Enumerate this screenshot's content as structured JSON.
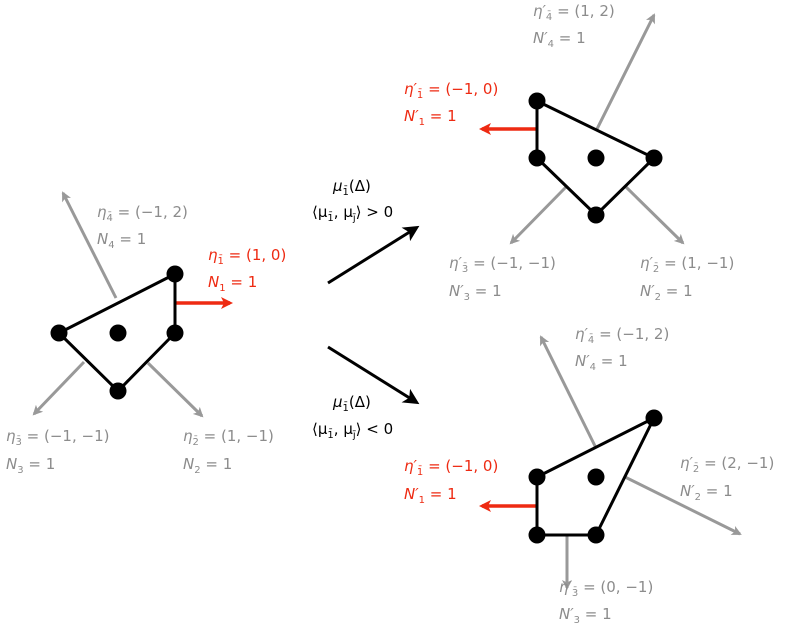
{
  "labels": {
    "left": {
      "n4": {
        "sym": "η",
        "sub": "4̄",
        "eq": " = (−1, 2)"
      },
      "N4": {
        "sym": "N",
        "sub": "4",
        "eq": " = 1"
      },
      "n1": {
        "sym": "η",
        "sub": "1̄",
        "eq": " = (1, 0)"
      },
      "N1": {
        "sym": "N",
        "sub": "1",
        "eq": " = 1"
      },
      "n3": {
        "sym": "η",
        "sub": "3̄",
        "eq": " = (−1, −1)"
      },
      "N3": {
        "sym": "N",
        "sub": "3",
        "eq": " = 1"
      },
      "n2": {
        "sym": "η",
        "sub": "2̄",
        "eq": " = (1, −1)"
      },
      "N2": {
        "sym": "N",
        "sub": "2",
        "eq": " = 1"
      }
    },
    "top": {
      "n4": {
        "sym": "η′",
        "sub": "4̄",
        "eq": " = (1, 2)"
      },
      "N4": {
        "sym": "N′",
        "sub": "4",
        "eq": " = 1"
      },
      "n1": {
        "sym": "η′",
        "sub": "1̄",
        "eq": " = (−1, 0)"
      },
      "N1": {
        "sym": "N′",
        "sub": "1",
        "eq": " = 1"
      },
      "n3": {
        "sym": "η′",
        "sub": "3̄",
        "eq": " = (−1, −1)"
      },
      "N3": {
        "sym": "N′",
        "sub": "3",
        "eq": " = 1"
      },
      "n2": {
        "sym": "η′",
        "sub": "2̄",
        "eq": " = (1, −1)"
      },
      "N2": {
        "sym": "N′",
        "sub": "2",
        "eq": " = 1"
      }
    },
    "bottom": {
      "n4": {
        "sym": "η′",
        "sub": "4̄",
        "eq": " = (−1, 2)"
      },
      "N4": {
        "sym": "N′",
        "sub": "4",
        "eq": " = 1"
      },
      "n1": {
        "sym": "η′",
        "sub": "1̄",
        "eq": " = (−1, 0)"
      },
      "N1": {
        "sym": "N′",
        "sub": "1",
        "eq": " = 1"
      },
      "n2": {
        "sym": "η′",
        "sub": "2̄",
        "eq": " = (2, −1)"
      },
      "N2": {
        "sym": "N′",
        "sub": "2",
        "eq": " = 1"
      },
      "n3": {
        "sym": "η′",
        "sub": "3̄",
        "eq": " = (0, −1)"
      },
      "N3": {
        "sym": "N′",
        "sub": "3",
        "eq": " = 1"
      }
    },
    "mutation_up": {
      "mu": {
        "sym": "μ",
        "sub": "1̄",
        "eq": "(Δ)"
      },
      "cond": {
        "pre": "⟨μ",
        "sub1": "1̄",
        "mid": ", μ",
        "sub2": "j̄",
        "post": "⟩ > 0"
      }
    },
    "mutation_down": {
      "mu": {
        "sym": "μ",
        "sub": "1̄",
        "eq": "(Δ)"
      },
      "cond": {
        "pre": "⟨μ",
        "sub1": "1̄",
        "mid": ", μ",
        "sub2": "j̄",
        "post": "⟩ < 0"
      }
    }
  },
  "colors": {
    "highlight": "#ee2a12",
    "ray": "#999999",
    "label_gray": "#8c8c8c",
    "edge": "#000000"
  }
}
